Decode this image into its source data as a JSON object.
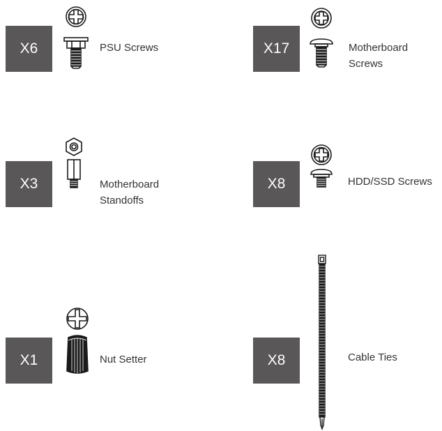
{
  "colors": {
    "badge_bg": "#595757",
    "badge_text": "#ffffff",
    "label_text": "#333333",
    "line_art": "#1a1a1a"
  },
  "items": [
    {
      "qty": "X6",
      "label_lines": [
        "PSU Screws"
      ],
      "icon": "psu-screw-icon"
    },
    {
      "qty": "X17",
      "label_lines": [
        "Motherboard",
        "Screws"
      ],
      "icon": "motherboard-screw-icon"
    },
    {
      "qty": "X3",
      "label_lines": [
        "Motherboard",
        "Standoffs"
      ],
      "icon": "standoff-icon"
    },
    {
      "qty": "X8",
      "label_lines": [
        "HDD/SSD Screws"
      ],
      "icon": "hdd-ssd-screw-icon"
    },
    {
      "qty": "X1",
      "label_lines": [
        "Nut Setter"
      ],
      "icon": "nut-setter-icon"
    },
    {
      "qty": "X8",
      "label_lines": [
        "Cable Ties"
      ],
      "icon": "cable-tie-icon"
    }
  ]
}
